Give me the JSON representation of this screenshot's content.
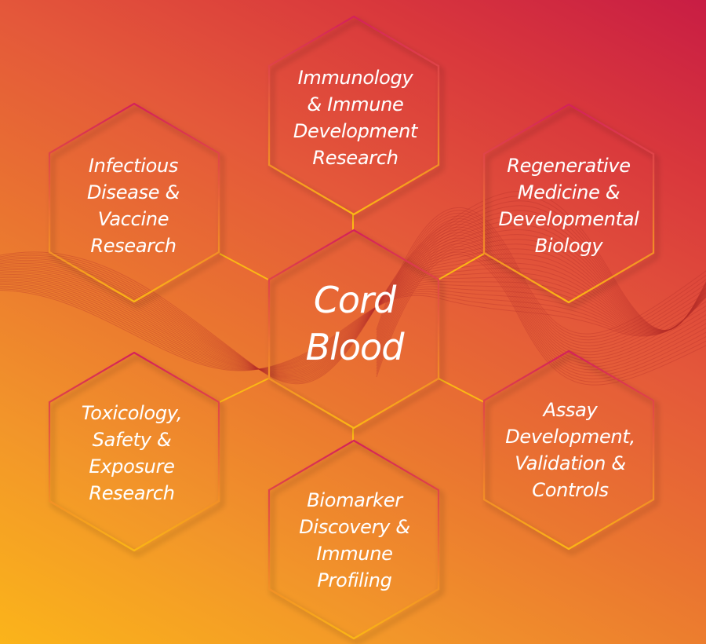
{
  "diagram": {
    "colors": {
      "background_top_right": "#c81d44",
      "background_top_left": "#d94039",
      "background_bottom_left": "#fcb514",
      "background_bottom_right": "#f39a2a",
      "hex_stroke_top": "#d4215a",
      "hex_stroke_bottom": "#fbb815",
      "text": "#ffffff"
    },
    "center": {
      "label": "Cord\nBlood"
    },
    "nodes": [
      {
        "id": "top",
        "label": "Immunology\n& Immune\nDevelopment\nResearch"
      },
      {
        "id": "upper-left",
        "label": "Infectious\nDisease &\nVaccine\nResearch"
      },
      {
        "id": "upper-right",
        "label": "Regenerative\nMedicine &\nDevelopmental\nBiology"
      },
      {
        "id": "lower-left",
        "label": "Toxicology,\nSafety &\nExposure\nResearch"
      },
      {
        "id": "lower-right",
        "label": "Assay\nDevelopment,\nValidation &\nControls"
      },
      {
        "id": "bottom",
        "label": "Biomarker\nDiscovery &\nImmune\nProfiling"
      }
    ]
  }
}
